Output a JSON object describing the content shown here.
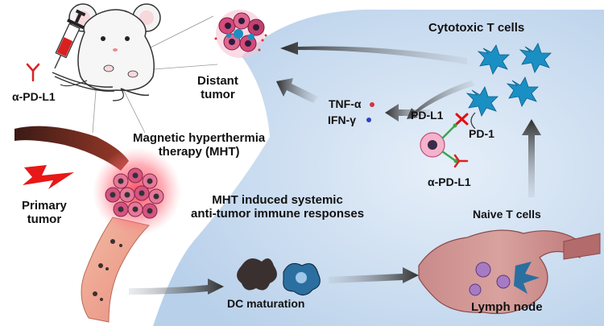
{
  "labels": {
    "cytotoxic": "Cytotoxic T cells",
    "distant": "Distant\ntumor",
    "tnf": "TNF-α",
    "ifn": "IFN-γ",
    "pdl1": "PD-L1",
    "pd1": "PD-1",
    "anti_pdl1_right": "α-PD-L1",
    "anti_pdl1_left": "α-PD-L1",
    "mht": "Magnetic hyperthermia\ntherapy (MHT)",
    "primary": "Primary\ntumor",
    "systemic": "MHT induced systemic\nanti-tumor immune responses",
    "naive": "Naive T cells",
    "dc": "DC maturation",
    "lymph": "Lymph node"
  },
  "icons": {
    "mouse": "mouse-icon",
    "syringe": "syringe-icon",
    "antibody": "antibody-icon",
    "lightning": "lightning-icon",
    "blocked": "red-x-icon"
  },
  "colors": {
    "background_panel": "#c9dcf0",
    "tcell": "#1a8fc4",
    "tumor": "#e23a5c",
    "arrow": "#3a3a3a",
    "antibody": "#d22",
    "tnf_dot": "#d93040",
    "ifn_dot": "#3040c0"
  }
}
